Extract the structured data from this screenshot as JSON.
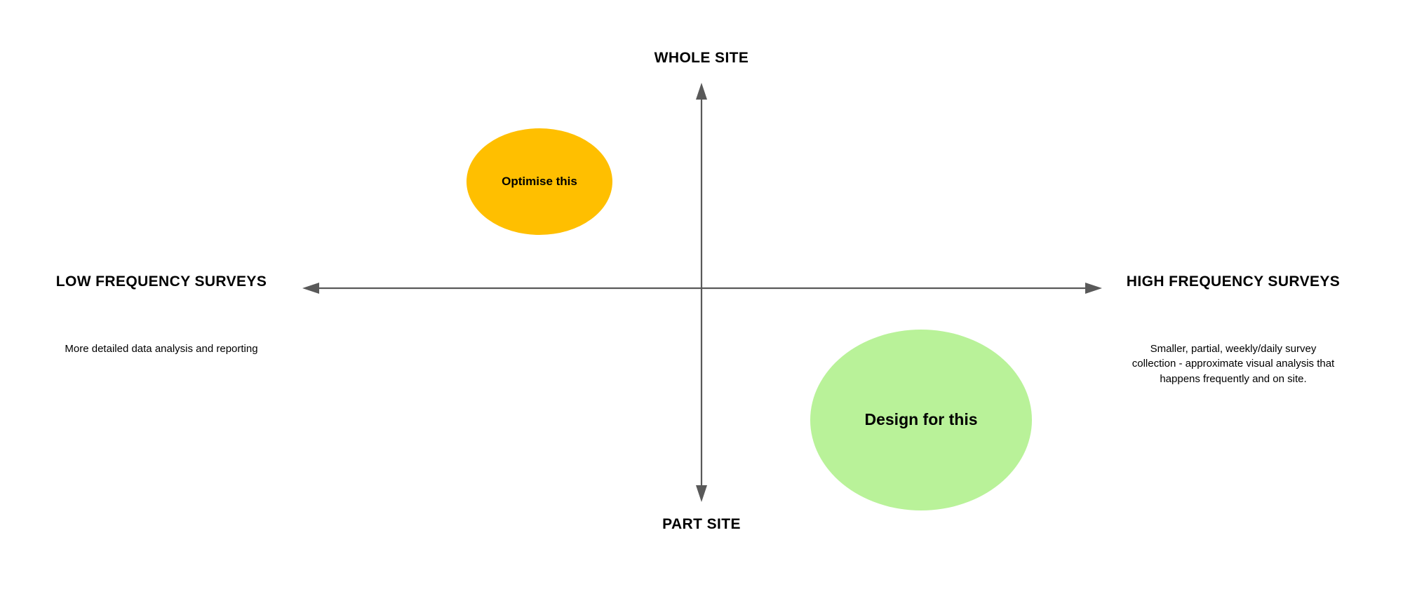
{
  "diagram": {
    "type": "quadrant-matrix",
    "background_color": "#ffffff",
    "axis_color": "#595959",
    "axes": {
      "vertical": {
        "top_label": "WHOLE SITE",
        "bottom_label": "PART SITE"
      },
      "horizontal": {
        "left_label": "LOW FREQUENCY SURVEYS",
        "right_label": "HIGH FREQUENCY SURVEYS"
      }
    },
    "notes": {
      "left": "More detailed data analysis and reporting",
      "right": "Smaller, partial, weekly/daily survey collection - approximate visual analysis that happens frequently and on site."
    },
    "bubbles": [
      {
        "id": "optimise",
        "label": "Optimise this",
        "color": "#FFBF00",
        "quadrant": "upper-left"
      },
      {
        "id": "design",
        "label": "Design for this",
        "color": "#B9F299",
        "quadrant": "lower-right"
      }
    ],
    "icons": {
      "arrow_up": "arrow-up-icon",
      "arrow_down": "arrow-down-icon",
      "arrow_left": "arrow-left-icon",
      "arrow_right": "arrow-right-icon"
    }
  }
}
